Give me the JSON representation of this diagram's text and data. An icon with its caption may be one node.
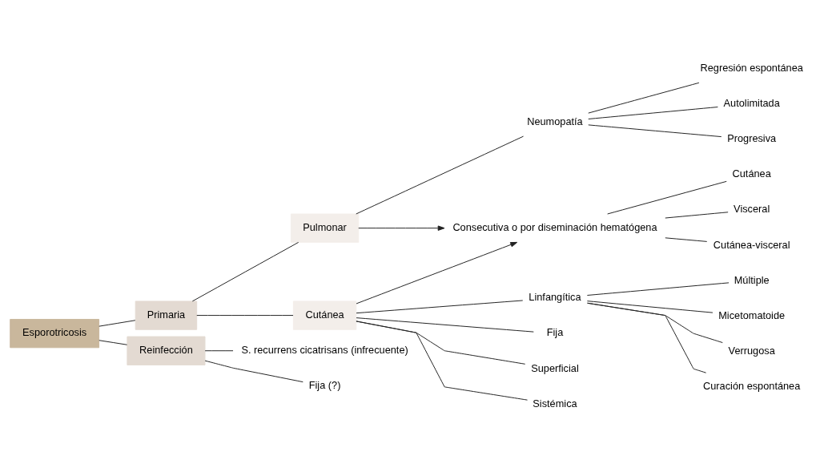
{
  "diagram": {
    "nodes": [
      {
        "text": [
          "Esporotricosis"
        ]
      },
      {
        "text": [
          "Primaria"
        ]
      },
      {
        "text": [
          "Reinfección"
        ]
      },
      {
        "text": [
          "Pulmonar"
        ]
      },
      {
        "text": [
          "Cutánea"
        ]
      },
      {
        "text": [
          "Neumopatía"
        ]
      },
      {
        "text": [
          "Regresión espontánea"
        ]
      },
      {
        "text": [
          "Autolimitada"
        ]
      },
      {
        "text": [
          "Progresiva"
        ]
      },
      {
        "text": [
          "Consecutiva o por diseminación hematógena"
        ]
      },
      {
        "text": [
          "Cutánea"
        ]
      },
      {
        "text": [
          "Visceral"
        ]
      },
      {
        "text": [
          "Cutánea-visceral"
        ]
      },
      {
        "text": [
          "Linfangítica"
        ]
      },
      {
        "text": [
          "Múltiple"
        ]
      },
      {
        "text": [
          "Micetomatoide"
        ]
      },
      {
        "text": [
          "Verrugosa"
        ]
      },
      {
        "text": [
          "Curación espontánea"
        ]
      },
      {
        "text": [
          "Fija"
        ]
      },
      {
        "text": [
          "Superficial"
        ]
      },
      {
        "text": [
          "Sistémica"
        ]
      },
      {
        "text": [
          "S. recurrens cicatrisans (infrecuente)"
        ]
      },
      {
        "text": [
          "Fija (?)"
        ]
      }
    ],
    "edges": [
      {
        "from": 0,
        "to": 1,
        "arrow": "none"
      },
      {
        "from": 0,
        "to": 2,
        "arrow": "none"
      },
      {
        "from": 1,
        "to": 3,
        "arrow": "none"
      },
      {
        "from": 1,
        "to": 4,
        "arrow": "none"
      },
      {
        "from": 3,
        "to": 5,
        "arrow": "none"
      },
      {
        "from": 5,
        "to": 6,
        "arrow": "none"
      },
      {
        "from": 5,
        "to": 7,
        "arrow": "none"
      },
      {
        "from": 5,
        "to": 8,
        "arrow": "none"
      },
      {
        "from": 3,
        "to": 9,
        "arrow": "to"
      },
      {
        "from": 4,
        "to": 9,
        "arrow": "to"
      },
      {
        "from": 9,
        "to": 10,
        "arrow": "none"
      },
      {
        "from": 9,
        "to": 11,
        "arrow": "none"
      },
      {
        "from": 9,
        "to": 12,
        "arrow": "none"
      },
      {
        "from": 4,
        "to": 13,
        "arrow": "none"
      },
      {
        "from": 13,
        "to": 14,
        "arrow": "none"
      },
      {
        "from": 13,
        "to": 15,
        "arrow": "none"
      },
      {
        "from": 13,
        "to": 16,
        "arrow": "none"
      },
      {
        "from": 13,
        "to": 17,
        "arrow": "none"
      },
      {
        "from": 4,
        "to": 18,
        "arrow": "none"
      },
      {
        "from": 4,
        "to": 19,
        "arrow": "none"
      },
      {
        "from": 4,
        "to": 20,
        "arrow": "none"
      },
      {
        "from": 2,
        "to": 21,
        "arrow": "none"
      },
      {
        "from": 2,
        "to": 22,
        "arrow": "none"
      }
    ]
  }
}
